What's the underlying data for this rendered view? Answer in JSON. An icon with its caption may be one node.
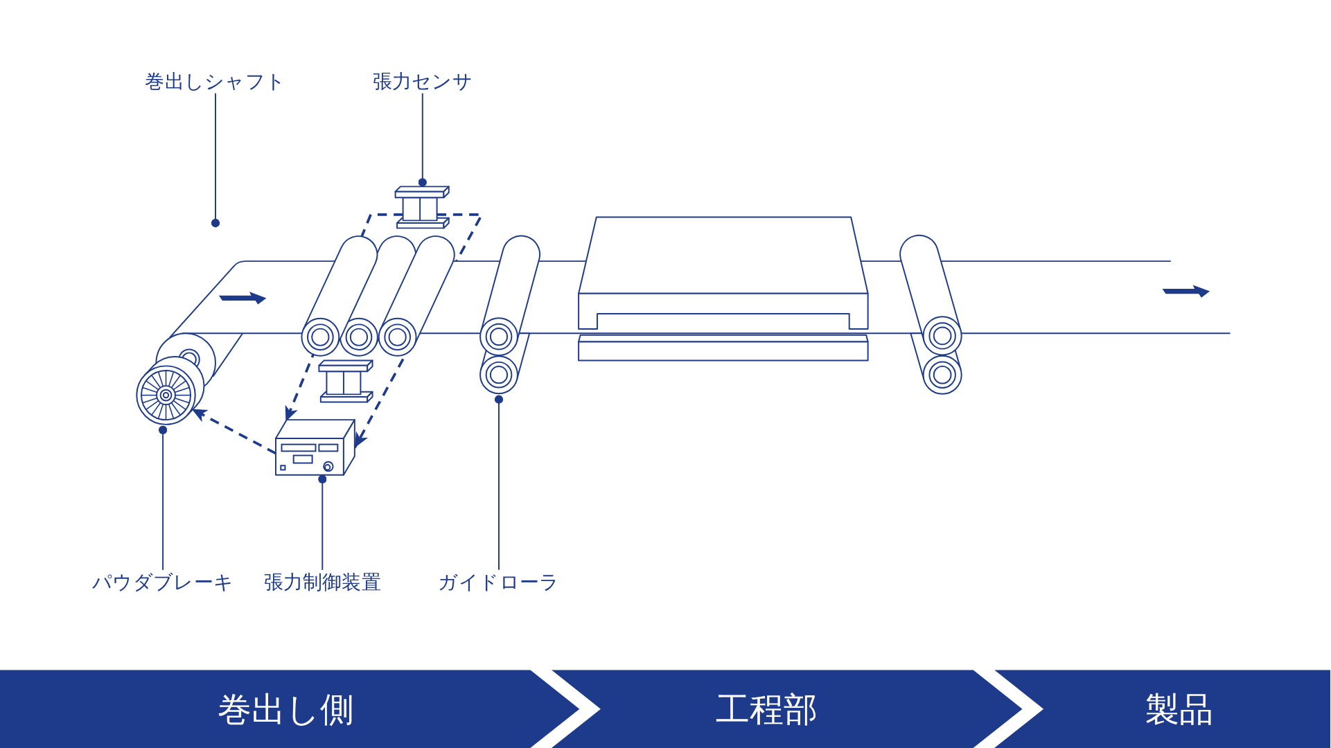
{
  "diagram": {
    "nodes": [
      {
        "text": [
          "巻出しシャフト"
        ]
      },
      {
        "text": [
          "張力センサ"
        ]
      },
      {
        "text": [],
        "shape": "picture"
      },
      {
        "text": [],
        "shape": "picture"
      },
      {
        "text": [],
        "shape": "picture"
      },
      {
        "text": [],
        "shape": "picture"
      },
      {
        "text": [
          "パウダブレーキ"
        ]
      },
      {
        "text": [
          "張力制御装置"
        ]
      },
      {
        "text": [
          "ガイドローラ"
        ]
      },
      {
        "text": [
          "巻出し側"
        ]
      },
      {
        "text": [
          "工程部"
        ]
      },
      {
        "text": [
          "製品"
        ]
      }
    ],
    "edges": [
      {
        "from": 0,
        "to": null,
        "arrow": "other"
      },
      {
        "from": 1,
        "to": 4,
        "arrow": "other"
      },
      {
        "from": 4,
        "to": 3,
        "arrow": "to",
        "style": "dashed"
      },
      {
        "from": 4,
        "to": 3,
        "arrow": "to",
        "style": "dashed"
      },
      {
        "from": 3,
        "to": 2,
        "arrow": "to",
        "style": "dashed"
      },
      {
        "from": 6,
        "to": 2,
        "arrow": "other"
      },
      {
        "from": 7,
        "to": 3,
        "arrow": "other"
      },
      {
        "from": 8,
        "to": 5,
        "arrow": "other"
      }
    ]
  }
}
